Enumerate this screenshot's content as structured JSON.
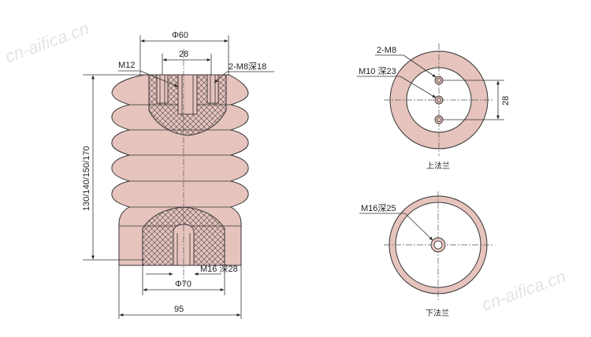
{
  "watermark": "cn-aifica.cn",
  "side_view": {
    "dim_top_diameter": "Φ60",
    "dim_bolt_spacing": "28",
    "label_top_thread": "M12",
    "label_bolt_holes": "2-M8深18",
    "dim_height": "130/140/150/170",
    "label_bottom_thread": "M16 深28",
    "dim_bottom_diameter": "Φ70",
    "dim_width": "95"
  },
  "top_flange": {
    "label_holes": "2-M8",
    "label_center": "M10 深23",
    "dim_spacing": "28",
    "caption": "上法兰"
  },
  "bottom_flange": {
    "label_center": "M16深25",
    "caption": "下法兰"
  },
  "colors": {
    "body": "#e6c3bd",
    "line": "#333333"
  }
}
